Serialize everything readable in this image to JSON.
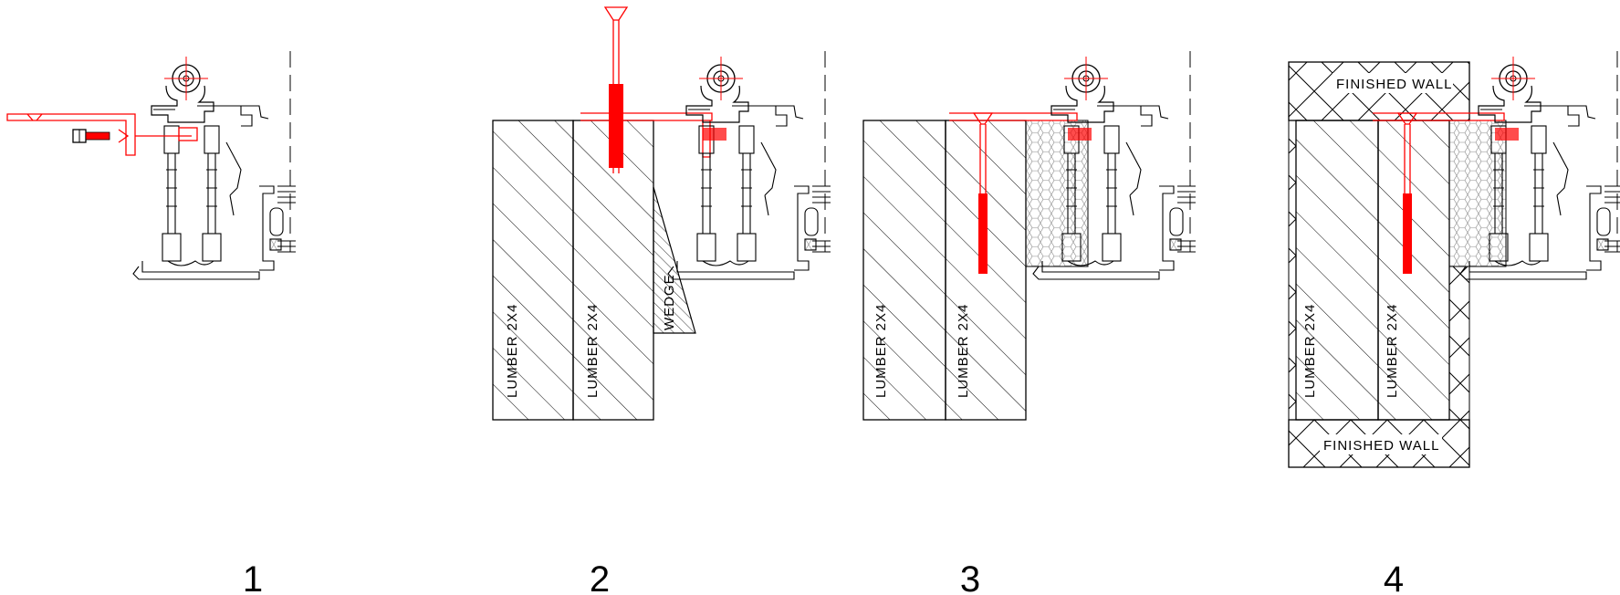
{
  "steps": [
    {
      "number": "1"
    },
    {
      "number": "2",
      "labels": [
        "LUMBER 2X4",
        "LUMBER 2X4",
        "WEDGE"
      ]
    },
    {
      "number": "3",
      "labels": [
        "LUMBER 2X4",
        "LUMBER 2X4"
      ]
    },
    {
      "number": "4",
      "labels": [
        "LUMBER 2X4",
        "LUMBER 2X4",
        "FINISHED WALL",
        "FINISHED WALL"
      ]
    }
  ],
  "colors": {
    "line": "#000000",
    "highlight": "#ff0000",
    "background": "#ffffff"
  }
}
